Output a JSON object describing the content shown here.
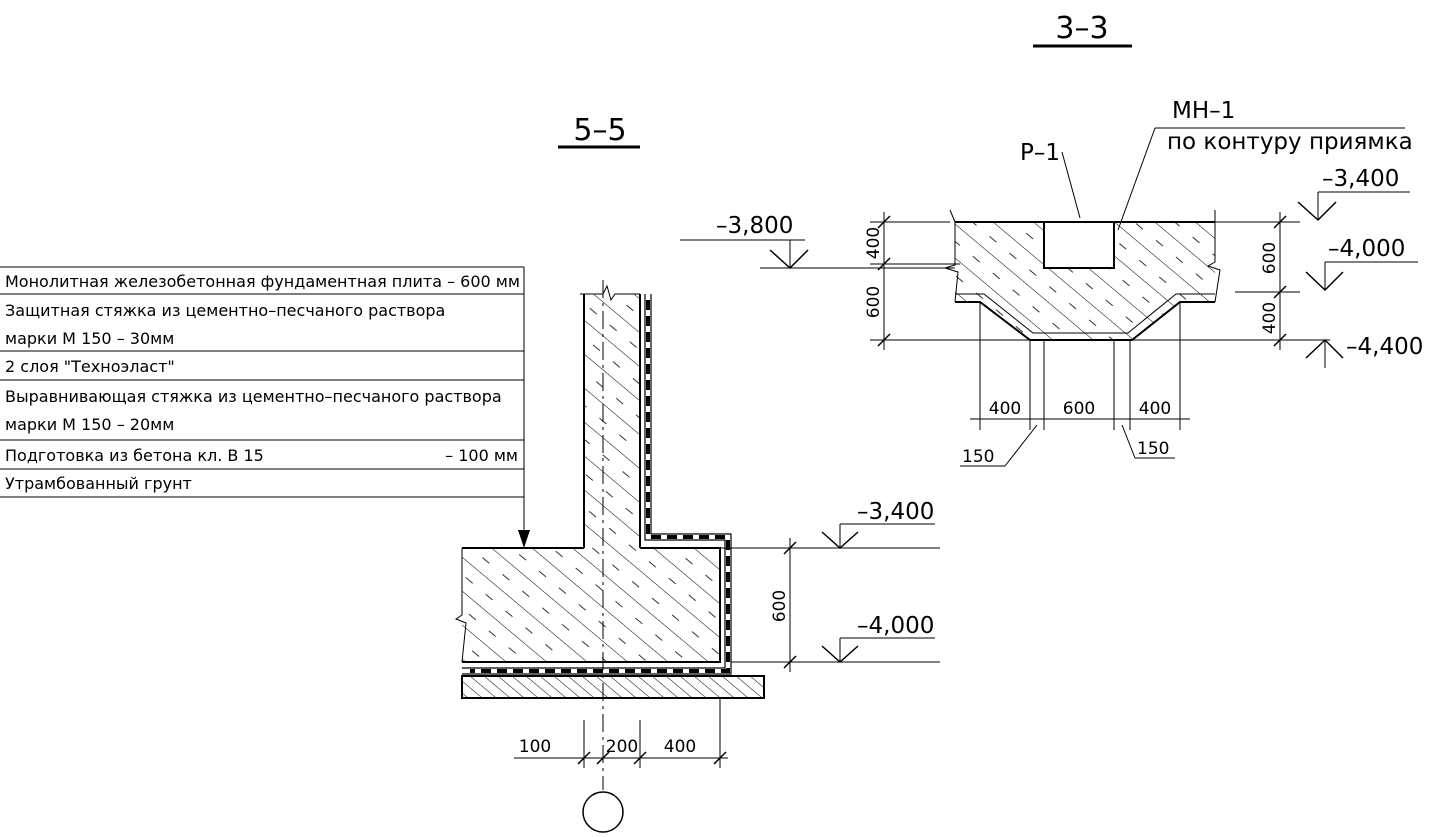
{
  "sections": {
    "section_3_3": {
      "title": "3–3",
      "labels": {
        "mn1": "МН–1",
        "mn1_note": "по контуру приямка",
        "p1": "Р–1"
      },
      "levels": {
        "left_top": "–3,800",
        "right_top": "–3,400",
        "right_mid": "–4,000",
        "right_bot": "–4,400"
      },
      "dims": {
        "left_400": "400",
        "left_600": "600",
        "right_600": "600",
        "right_400": "400",
        "b_400_l": "400",
        "b_600": "600",
        "b_400_r": "400",
        "b_150_l": "150",
        "b_150_r": "150"
      }
    },
    "section_5_5": {
      "title": "5–5",
      "levels": {
        "top": "–3,400",
        "bottom": "–4,000"
      },
      "dims": {
        "height_600": "600",
        "d_100": "100",
        "d_200": "200",
        "d_400": "400"
      }
    }
  },
  "legend": {
    "rows": [
      [
        "Монолитная железобетонная фундаментная плита  – 600 мм"
      ],
      [
        "Защитная стяжка из цементно–песчаного раствора",
        "марки М 150  –  30мм"
      ],
      [
        "2 слоя \"Техноэласт\""
      ],
      [
        "Выравнивающая стяжка из цементно–песчаного раствора",
        "марки М 150  –  20мм"
      ],
      [
        "Подготовка из бетона кл. В 15",
        "– 100 мм"
      ],
      [
        "Утрамбованный грунт"
      ]
    ]
  }
}
